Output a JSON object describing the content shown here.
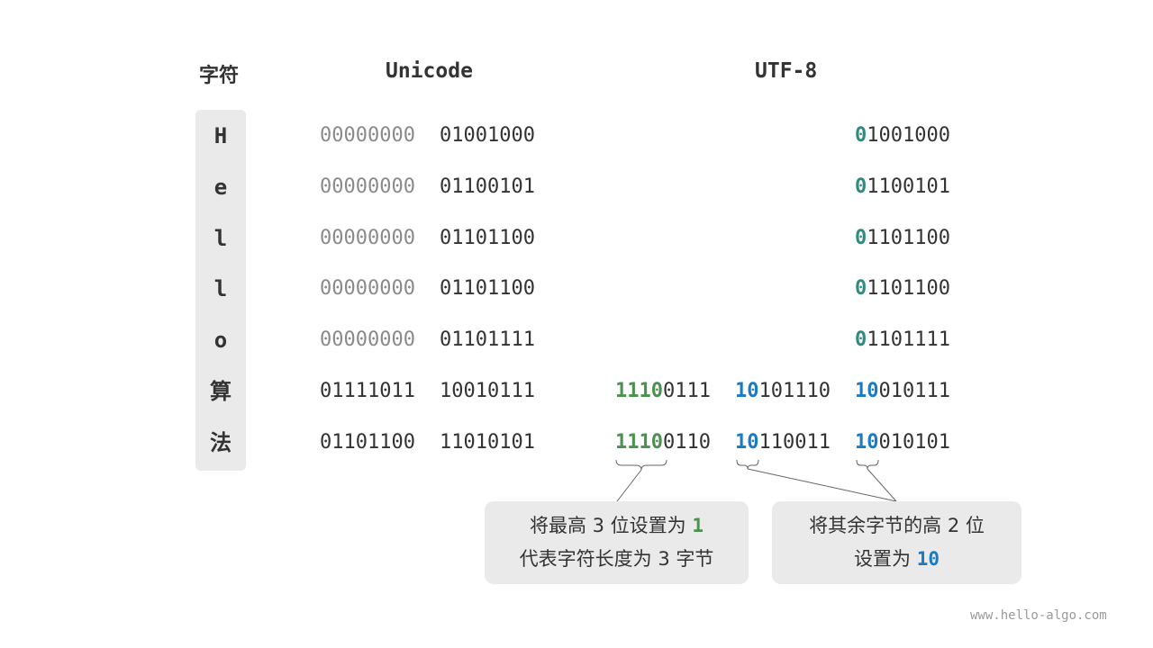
{
  "headers": {
    "char": "字符",
    "unicode": "Unicode",
    "utf8": "UTF-8"
  },
  "rows": [
    {
      "char": "H",
      "uni_hi": "00000000",
      "uni_lo": "01001000",
      "utf8": [
        "",
        "",
        "01001000"
      ],
      "prefix": [
        0,
        0,
        1
      ]
    },
    {
      "char": "e",
      "uni_hi": "00000000",
      "uni_lo": "01100101",
      "utf8": [
        "",
        "",
        "01100101"
      ],
      "prefix": [
        0,
        0,
        1
      ]
    },
    {
      "char": "l",
      "uni_hi": "00000000",
      "uni_lo": "01101100",
      "utf8": [
        "",
        "",
        "01101100"
      ],
      "prefix": [
        0,
        0,
        1
      ]
    },
    {
      "char": "l",
      "uni_hi": "00000000",
      "uni_lo": "01101100",
      "utf8": [
        "",
        "",
        "01101100"
      ],
      "prefix": [
        0,
        0,
        1
      ]
    },
    {
      "char": "o",
      "uni_hi": "00000000",
      "uni_lo": "01101111",
      "utf8": [
        "",
        "",
        "01101111"
      ],
      "prefix": [
        0,
        0,
        1
      ]
    },
    {
      "char": "算",
      "uni_hi": "01111011",
      "uni_lo": "10010111",
      "utf8": [
        "11100111",
        "10101110",
        "10010111"
      ],
      "prefix": [
        4,
        2,
        2
      ]
    },
    {
      "char": "法",
      "uni_hi": "01101100",
      "uni_lo": "11010101",
      "utf8": [
        "11100110",
        "10110011",
        "10010101"
      ],
      "prefix": [
        4,
        2,
        2
      ]
    }
  ],
  "notes": {
    "first": {
      "line1_pre": "将最高 3 位设置为 ",
      "line1_hl": "1",
      "line2": "代表字符长度为 3 字节"
    },
    "rest": {
      "line1": "将其余字节的高 2 位",
      "line2_pre": "设置为 ",
      "line2_hl": "10"
    }
  },
  "colors": {
    "lead": "#4b9150",
    "continuation": "#1a7bc4",
    "ascii": "#2f8a80",
    "dim": "#8a8a8a"
  },
  "watermark": "www.hello-algo.com"
}
